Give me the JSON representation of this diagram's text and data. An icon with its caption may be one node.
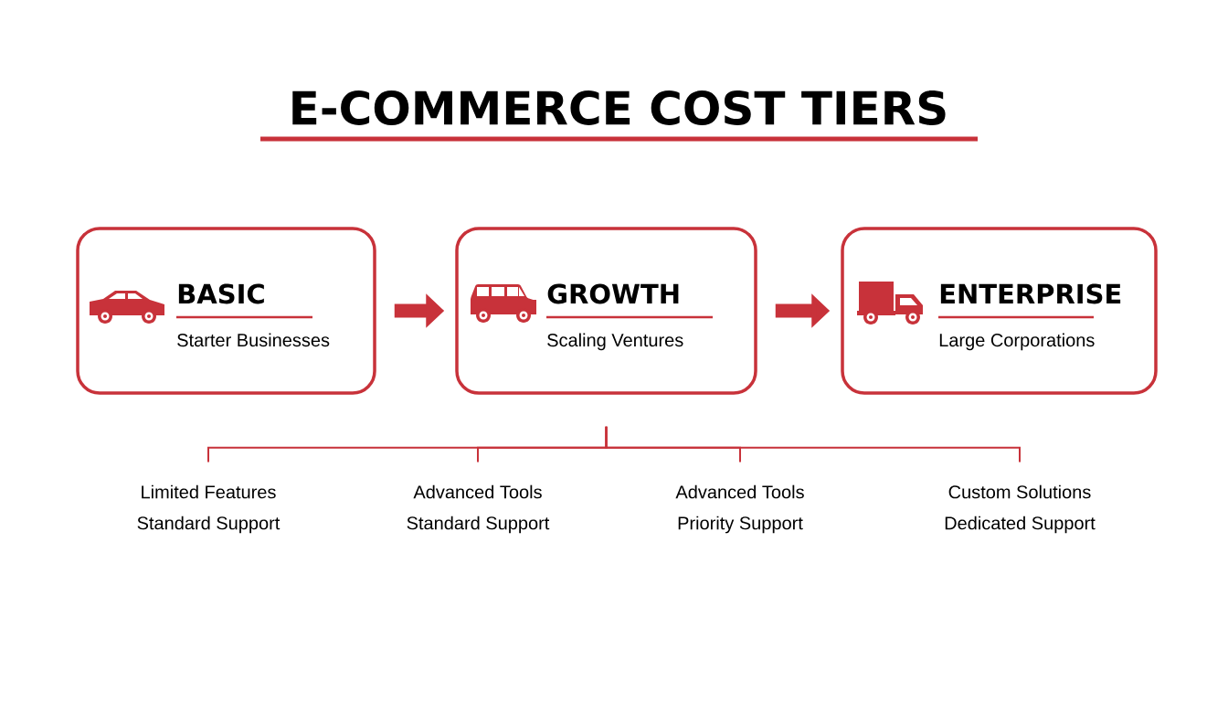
{
  "diagram": {
    "title": "E-COMMERCE COST TIERS",
    "nodes": [
      {
        "text": [
          "BASIC",
          "Starter Businesses"
        ]
      },
      {
        "text": [
          "GROWTH",
          "Scaling Ventures"
        ]
      },
      {
        "text": [
          "ENTERPRISE",
          "Large Corporations"
        ]
      },
      {
        "text": [
          "Limited Features",
          "Standard Support"
        ]
      },
      {
        "text": [
          "Advanced Tools",
          "Standard Support"
        ]
      },
      {
        "text": [
          "Advanced Tools",
          "Priority Support"
        ]
      },
      {
        "text": [
          "Custom Solutions",
          "Dedicated Support"
        ]
      }
    ],
    "edges": [
      {
        "from": 0,
        "to": 1,
        "arrow": "to",
        "style": "thick"
      },
      {
        "from": 1,
        "to": 2,
        "arrow": "to",
        "style": "thick"
      },
      {
        "from": 1,
        "to": 3,
        "arrow": "none"
      },
      {
        "from": 1,
        "to": 4,
        "arrow": "none"
      },
      {
        "from": 1,
        "to": 5,
        "arrow": "none"
      },
      {
        "from": 1,
        "to": 6,
        "arrow": "none"
      }
    ]
  }
}
